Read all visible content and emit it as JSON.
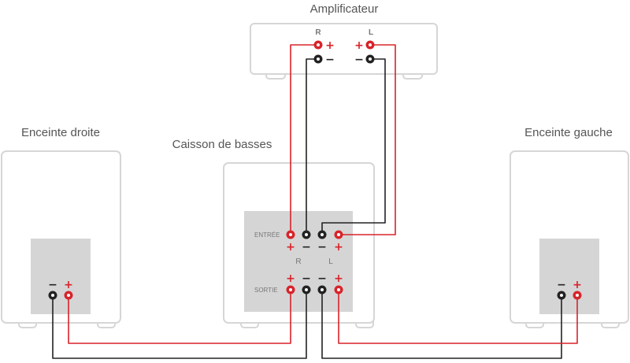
{
  "labels": {
    "amplifier": "Amplificateur",
    "right_speaker": "Enceinte droite",
    "subwoofer": "Caisson de basses",
    "left_speaker": "Enceinte gauche",
    "amp_r": "R",
    "amp_l": "L",
    "sub_input": "ENTRÉE",
    "sub_output": "SORTIE",
    "sub_r": "R",
    "sub_l": "L",
    "plus": "+",
    "minus": "−"
  },
  "colors": {
    "red_wire": "#d8232a",
    "black_wire": "#222222",
    "box_stroke": "#d6d6d6",
    "panel_fill": "#d5d5d5",
    "text": "#555555"
  }
}
